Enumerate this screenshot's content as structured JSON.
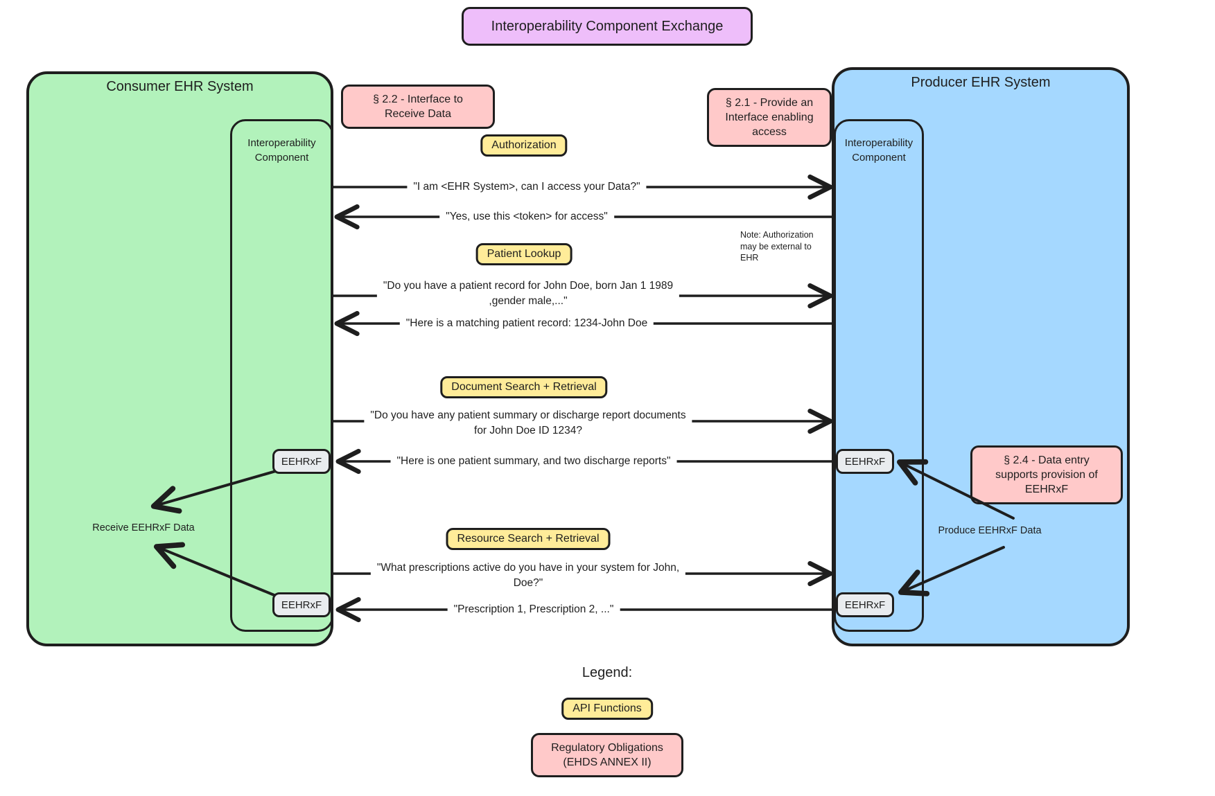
{
  "title": "Interoperability Component Exchange",
  "colors": {
    "purple": "#eebefa",
    "green": "#b2f2bb",
    "blue": "#a5d8ff",
    "pink": "#ffc9c9",
    "yellow": "#ffec99",
    "gray": "#e9ecef",
    "stroke": "#1e1e1e",
    "background": "#ffffff"
  },
  "consumer": {
    "title": "Consumer EHR System",
    "component_line1": "Interoperability",
    "component_line2": "Component",
    "receive_label": "Receive EEHRxF Data"
  },
  "producer": {
    "title": "Producer EHR System",
    "component_line1": "Interoperability",
    "component_line2": "Component",
    "produce_label": "Produce EEHRxF Data",
    "note_line1": "Note: Authorization",
    "note_line2": "may be external to",
    "note_line3": "EHR"
  },
  "eehrxf_label": "EEHRxF",
  "obligations": {
    "s22_line1": "§ 2.2 - Interface to",
    "s22_line2": "Receive Data",
    "s21_line1": "§ 2.1 - Provide an",
    "s21_line2": "Interface enabling",
    "s21_line3": "access",
    "s24_line1": "§ 2.4 - Data entry",
    "s24_line2": "supports provision of",
    "s24_line3": "EEHRxF"
  },
  "api": {
    "authorization": "Authorization",
    "patient_lookup": "Patient Lookup",
    "document_search": "Document Search + Retrieval",
    "resource_search": "Resource Search + Retrieval"
  },
  "messages": {
    "m1": "\"I am <EHR System>, can I access your Data?\"",
    "m2": "\"Yes, use this <token> for access\"",
    "m3_line1": "\"Do you have a patient record for John Doe, born Jan 1 1989",
    "m3_line2": ",gender male,...\"",
    "m4": "\"Here is a matching patient record: 1234-John Doe",
    "m5_line1": "\"Do you have any patient summary or discharge report documents",
    "m5_line2": "for John Doe ID 1234?",
    "m6": "\"Here is one patient summary, and two discharge reports\"",
    "m7_line1": "\"What prescriptions active do you have in your system for John,",
    "m7_line2": "Doe?\"",
    "m8": "\"Prescription 1, Prescription 2, ...\""
  },
  "legend": {
    "title": "Legend:",
    "api_functions": "API Functions",
    "regulatory_line1": "Regulatory Obligations",
    "regulatory_line2": "(EHDS ANNEX II)"
  }
}
